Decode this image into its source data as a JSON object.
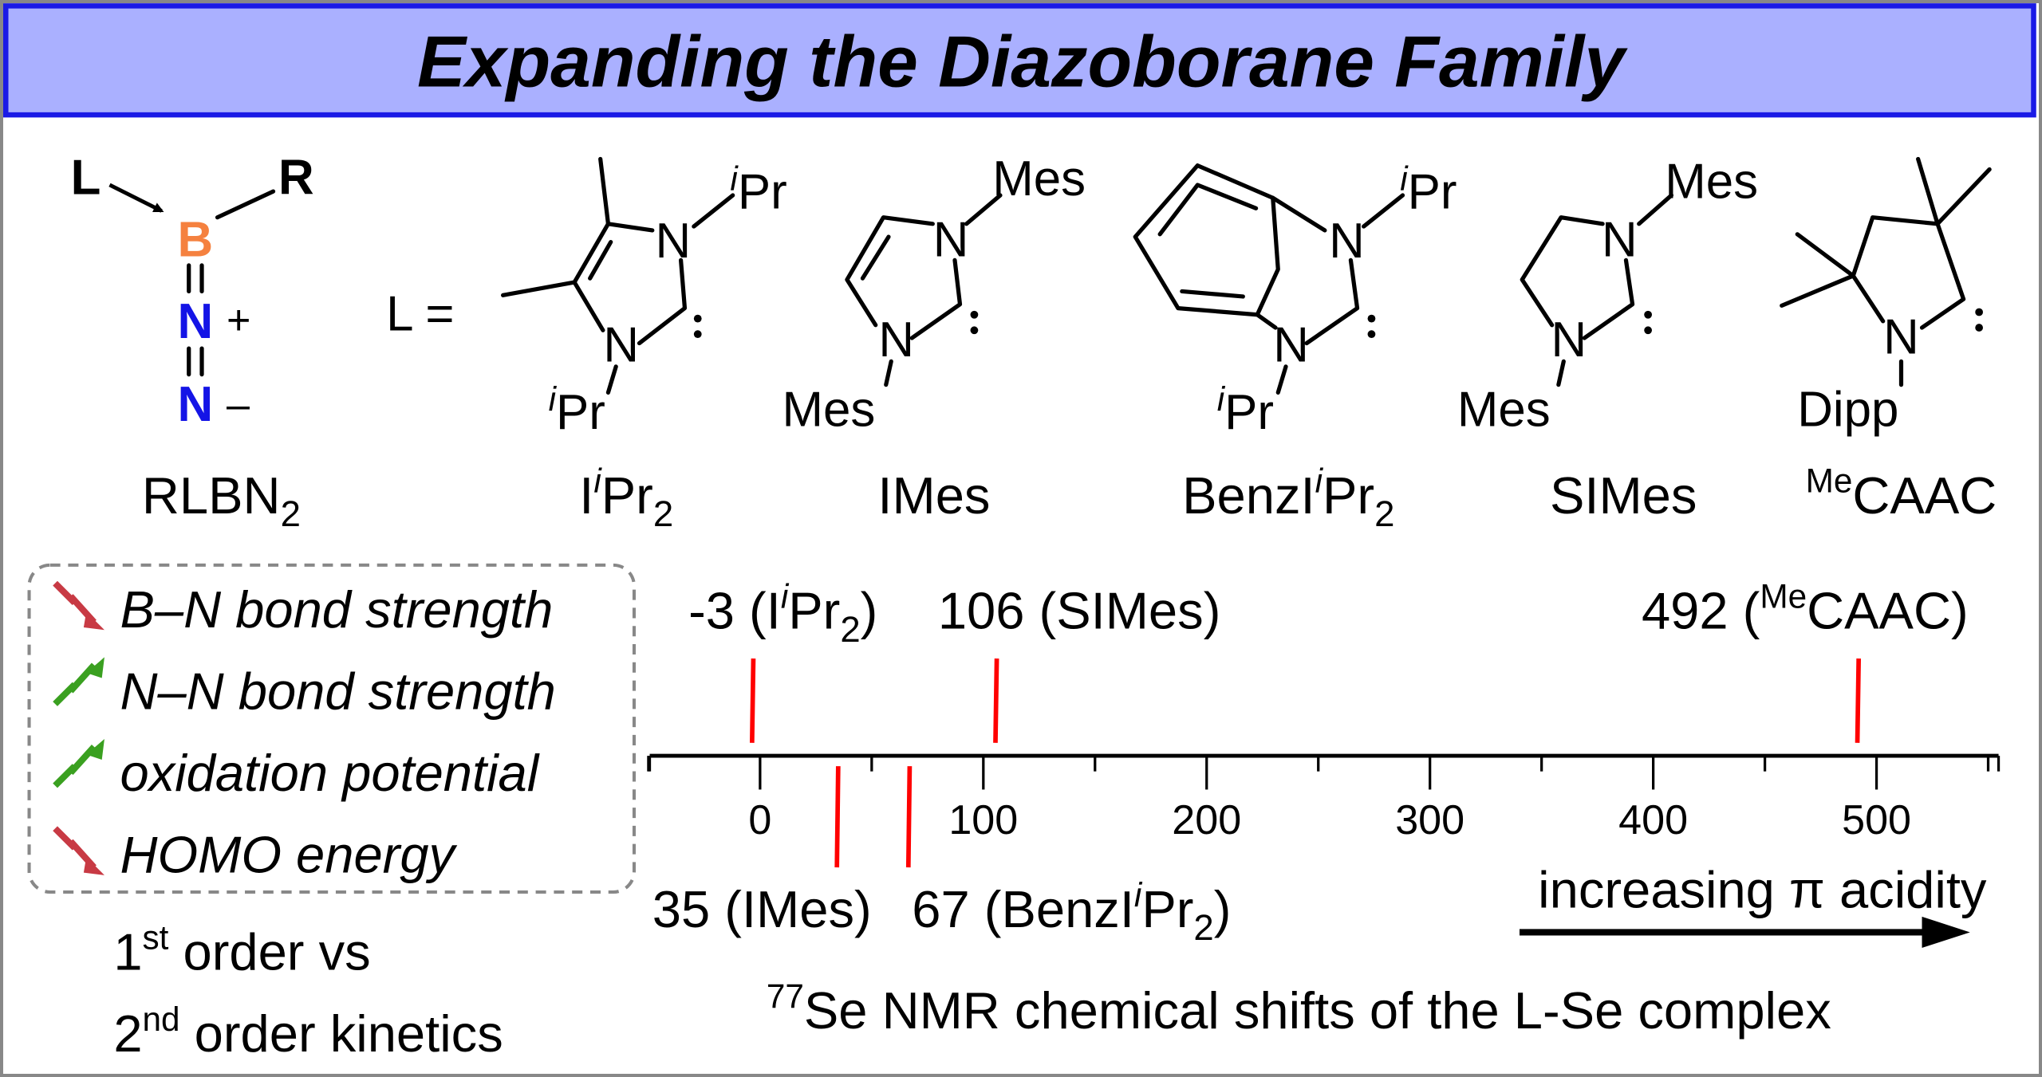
{
  "title": "Expanding the Diazoborane Family",
  "colors": {
    "title_bg": "#aab0ff",
    "title_border": "#1a1ae6",
    "boron": "#f5813f",
    "nitrogen": "#1414e6",
    "stick": "#ff0000",
    "down_arrow": "#c83a44",
    "up_arrow": "#3aa020"
  },
  "general_structure": {
    "L": "L",
    "R": "R",
    "B": "B",
    "N": "N",
    "plus": "+",
    "minus": "–",
    "name_main": "RLBN",
    "name_sub": "2"
  },
  "ligand_prefix": "L =",
  "ligands": [
    {
      "id": "iipr2",
      "name_pre": "I",
      "name_sup": "i",
      "name_main": "Pr",
      "name_sub": "2",
      "sub1_sup": "i",
      "sub1": "Pr",
      "sub2_sup": "i",
      "sub2": "Pr",
      "N": "N"
    },
    {
      "id": "imes",
      "name_main": "IMes",
      "sub1": "Mes",
      "sub2": "Mes",
      "N": "N"
    },
    {
      "id": "benzipr2",
      "name_pre": "BenzI",
      "name_sup": "i",
      "name_main": "Pr",
      "name_sub": "2",
      "sub1_sup": "i",
      "sub1": "Pr",
      "sub2_sup": "i",
      "sub2": "Pr",
      "N": "N"
    },
    {
      "id": "simes",
      "name_main": "SIMes",
      "sub1": "Mes",
      "sub2": "Mes",
      "N": "N"
    },
    {
      "id": "mecaac",
      "name_sup": "Me",
      "name_main": "CAAC",
      "sub1": "Dipp",
      "N": "N"
    }
  ],
  "trends": [
    {
      "icon": "down-arrow",
      "label": "B–N bond strength"
    },
    {
      "icon": "up-arrow",
      "label": "N–N bond strength"
    },
    {
      "icon": "up-arrow",
      "label": "oxidation potential"
    },
    {
      "icon": "down-arrow",
      "label": "HOMO energy"
    }
  ],
  "kinetics": {
    "line1_num": "1",
    "line1_sup": "st",
    "line1_rest": " order vs",
    "line2_num": "2",
    "line2_sup": "nd",
    "line2_rest": " order kinetics"
  },
  "acidity_label": "increasing π acidity",
  "caption": {
    "sup": "77",
    "text": "Se NMR chemical shifts of the L-Se complex"
  },
  "chart_data": {
    "type": "scatter",
    "title": "77Se NMR chemical shifts of the L-Se complex",
    "xlim": [
      -50,
      560
    ],
    "ticks": [
      0,
      100,
      200,
      300,
      400,
      500
    ],
    "tick_labels": [
      "0",
      "100",
      "200",
      "300",
      "400",
      "500"
    ],
    "minor_step": 50,
    "points": [
      {
        "value": -3,
        "label_num": "-3",
        "label_pre": "I",
        "label_sup": "i",
        "label_main": "Pr",
        "label_sub": "2",
        "side": "above"
      },
      {
        "value": 106,
        "label_num": "106",
        "label_main": "SIMes",
        "side": "above"
      },
      {
        "value": 492,
        "label_num": "492",
        "label_sup": "Me",
        "label_main": "CAAC",
        "side": "above"
      },
      {
        "value": 35,
        "label_num": "35",
        "label_main": "IMes",
        "side": "below"
      },
      {
        "value": 67,
        "label_num": "67",
        "label_pre": "BenzI",
        "label_sup": "i",
        "label_main": "Pr",
        "label_sub": "2",
        "side": "below"
      }
    ]
  }
}
